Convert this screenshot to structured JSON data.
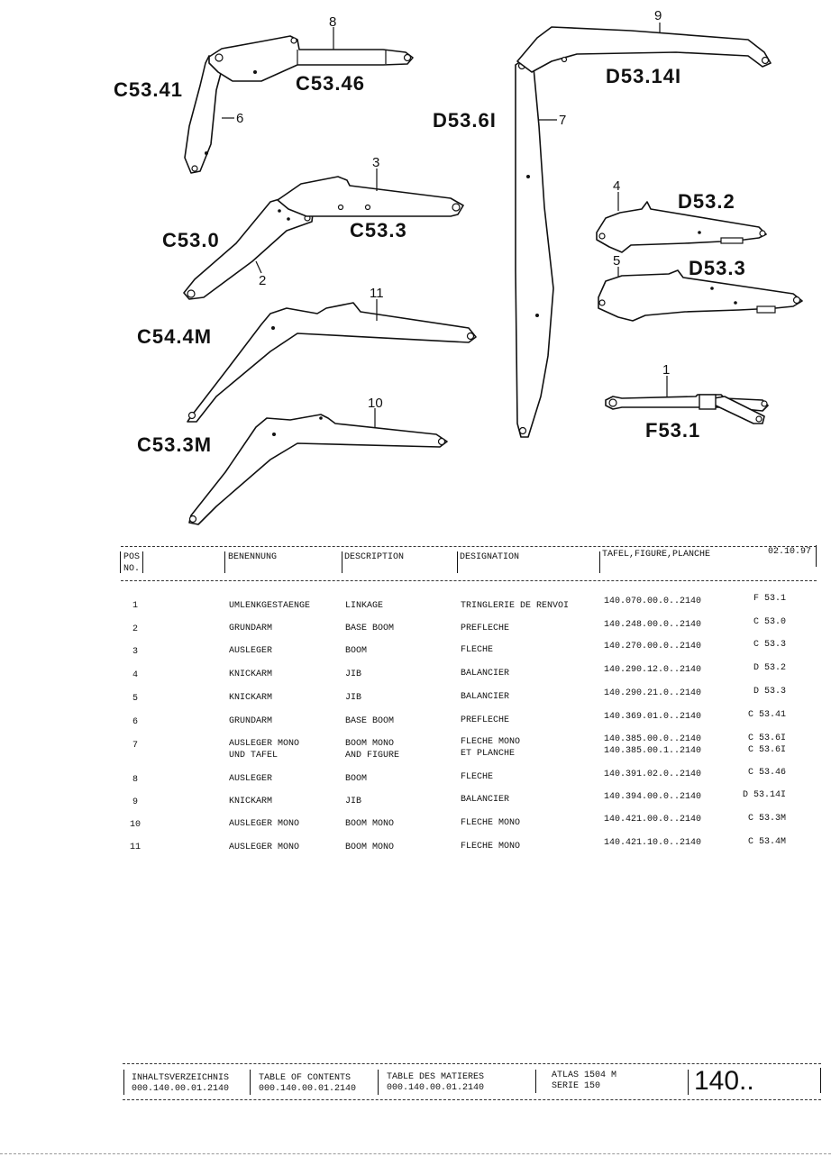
{
  "illustration": {
    "codes": {
      "c5341": "C53.41",
      "c5346": "C53.46",
      "d53141": "D53.14I",
      "d5361": "D53.6I",
      "c530": "C53.0",
      "c533": "C53.3",
      "d532": "D53.2",
      "d533": "D53.3",
      "c544m": "C54.4M",
      "c533m": "C53.3M",
      "f531": "F53.1"
    },
    "numbers": [
      "1",
      "2",
      "3",
      "4",
      "5",
      "6",
      "7",
      "8",
      "9",
      "10",
      "11"
    ]
  },
  "table": {
    "headers": {
      "pos": "POS",
      "no": "NO.",
      "benennung": "BENENNUNG",
      "description": "DESCRIPTION",
      "designation": "DESIGNATION",
      "tafel": "TAFEL,FIGURE,PLANCHE",
      "date": "02.10.97"
    },
    "rows": [
      {
        "pos": "1",
        "benennung": "UMLENKGESTAENGE",
        "description": "LINKAGE",
        "designation": "TRINGLERIE DE RENVOI",
        "tafel": "140.070.00.0..2140",
        "planche": "F 53.1"
      },
      {
        "pos": "2",
        "benennung": "GRUNDARM",
        "description": "BASE BOOM",
        "designation": "PREFLECHE",
        "tafel": "140.248.00.0..2140",
        "planche": "C 53.0"
      },
      {
        "pos": "3",
        "benennung": "AUSLEGER",
        "description": "BOOM",
        "designation": "FLECHE",
        "tafel": "140.270.00.0..2140",
        "planche": "C 53.3"
      },
      {
        "pos": "4",
        "benennung": "KNICKARM",
        "description": "JIB",
        "designation": "BALANCIER",
        "tafel": "140.290.12.0..2140",
        "planche": "D 53.2"
      },
      {
        "pos": "5",
        "benennung": "KNICKARM",
        "description": "JIB",
        "designation": "BALANCIER",
        "tafel": "140.290.21.0..2140",
        "planche": "D 53.3"
      },
      {
        "pos": "6",
        "benennung": "GRUNDARM",
        "description": "BASE BOOM",
        "designation": "PREFLECHE",
        "tafel": "140.369.01.0..2140",
        "planche": "C 53.41"
      },
      {
        "pos": "7",
        "benennung": "AUSLEGER MONO",
        "benennung2": "UND TAFEL",
        "description": "BOOM MONO",
        "description2": "AND FIGURE",
        "designation": "FLECHE MONO",
        "designation2": "ET PLANCHE",
        "tafel": "140.385.00.0..2140",
        "tafel2": "140.385.00.1..2140",
        "planche": "C 53.6I",
        "planche2": "C 53.6I"
      },
      {
        "pos": "8",
        "benennung": "AUSLEGER",
        "description": "BOOM",
        "designation": "FLECHE",
        "tafel": "140.391.02.0..2140",
        "planche": "C 53.46"
      },
      {
        "pos": "9",
        "benennung": "KNICKARM",
        "description": "JIB",
        "designation": "BALANCIER",
        "tafel": "140.394.00.0..2140",
        "planche": "D 53.14I"
      },
      {
        "pos": "10",
        "benennung": "AUSLEGER MONO",
        "description": "BOOM MONO",
        "designation": "FLECHE MONO",
        "tafel": "140.421.00.0..2140",
        "planche": "C 53.3M"
      },
      {
        "pos": "11",
        "benennung": "AUSLEGER MONO",
        "description": "BOOM MONO",
        "designation": "FLECHE MONO",
        "tafel": "140.421.10.0..2140",
        "planche": "C 53.4M"
      }
    ]
  },
  "footer": {
    "inhalt_label": "INHALTSVERZEICHNIS",
    "inhalt_code": "000.140.00.01.2140",
    "toc_label": "TABLE OF CONTENTS",
    "toc_code": "000.140.00.01.2140",
    "matieres_label": "TABLE DES MATIERES",
    "matieres_code": "000.140.00.01.2140",
    "model": "ATLAS 1504 M",
    "serie": "SERIE 150",
    "page": "140.."
  }
}
